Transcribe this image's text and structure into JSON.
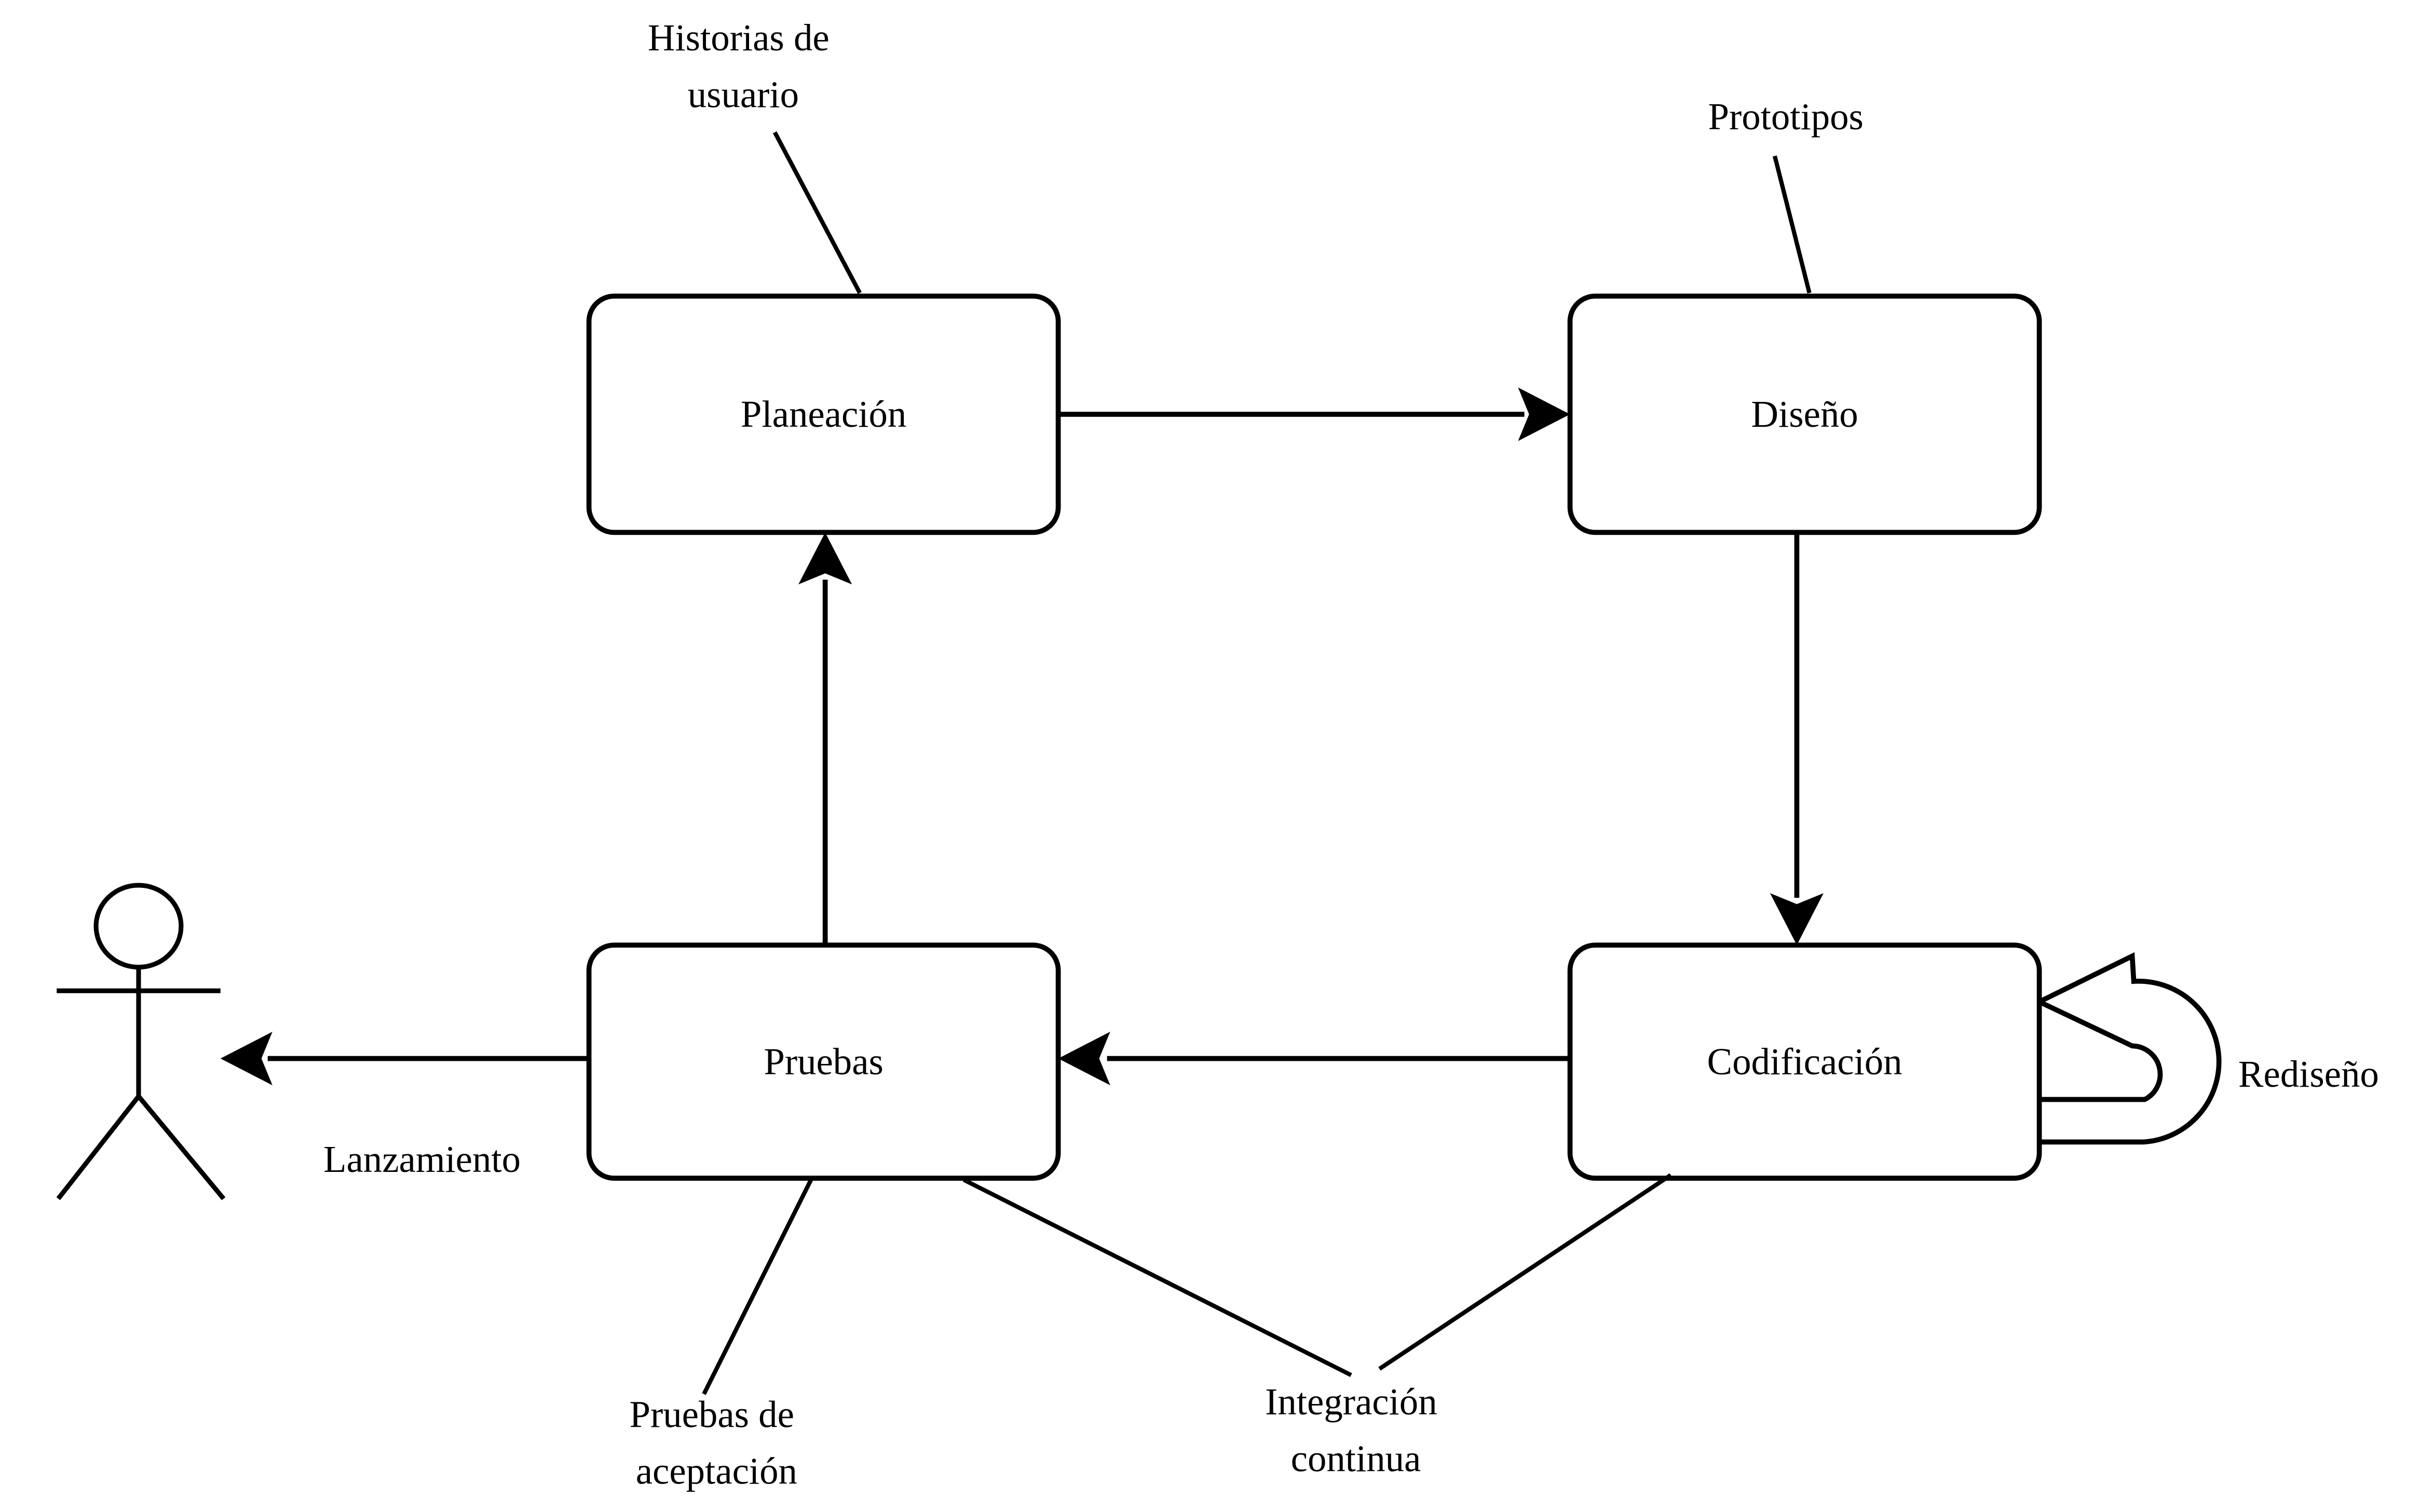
{
  "diagram": {
    "type": "flowchart",
    "language": "es",
    "colors": {
      "background": "#ffffff",
      "stroke": "#000000",
      "text": "#000000"
    },
    "nodes": [
      {
        "id": "planeacion",
        "label": "Planeación",
        "shape": "rounded-rectangle"
      },
      {
        "id": "diseno",
        "label": "Diseño",
        "shape": "rounded-rectangle"
      },
      {
        "id": "codificacion",
        "label": "Codificación",
        "shape": "rounded-rectangle"
      },
      {
        "id": "pruebas",
        "label": "Pruebas",
        "shape": "rounded-rectangle"
      },
      {
        "id": "actor",
        "label": "",
        "shape": "stick-figure"
      }
    ],
    "labels": {
      "historias_line1": "Historias de",
      "historias_line2": "usuario",
      "prototipos": "Prototipos",
      "rediseno": "Rediseño",
      "lanzamiento": "Lanzamiento",
      "pruebas_aceptacion_line1": "Pruebas de",
      "pruebas_aceptacion_line2": "aceptación",
      "integracion_line1": "Integración",
      "integracion_line2": "continua"
    },
    "edges": [
      {
        "from": "Planeación",
        "to": "Diseño",
        "style": "arrow"
      },
      {
        "from": "Diseño",
        "to": "Codificación",
        "style": "arrow"
      },
      {
        "from": "Codificación",
        "to": "Pruebas",
        "style": "arrow"
      },
      {
        "from": "Pruebas",
        "to": "Planeación",
        "style": "arrow"
      },
      {
        "from": "Pruebas",
        "to": "actor",
        "style": "arrow",
        "label": "Lanzamiento"
      },
      {
        "from": "Codificación",
        "to": "Codificación",
        "style": "self-loop-curved-arrow",
        "label": "Rediseño"
      },
      {
        "from": "Historias de usuario",
        "to": "Planeación",
        "style": "leader-line"
      },
      {
        "from": "Prototipos",
        "to": "Diseño",
        "style": "leader-line"
      },
      {
        "from": "Pruebas de aceptación",
        "to": "Pruebas",
        "style": "leader-line"
      },
      {
        "from": "Integración continua",
        "to": "Pruebas",
        "style": "leader-line"
      },
      {
        "from": "Integración continua",
        "to": "Codificación",
        "style": "leader-line"
      }
    ]
  }
}
